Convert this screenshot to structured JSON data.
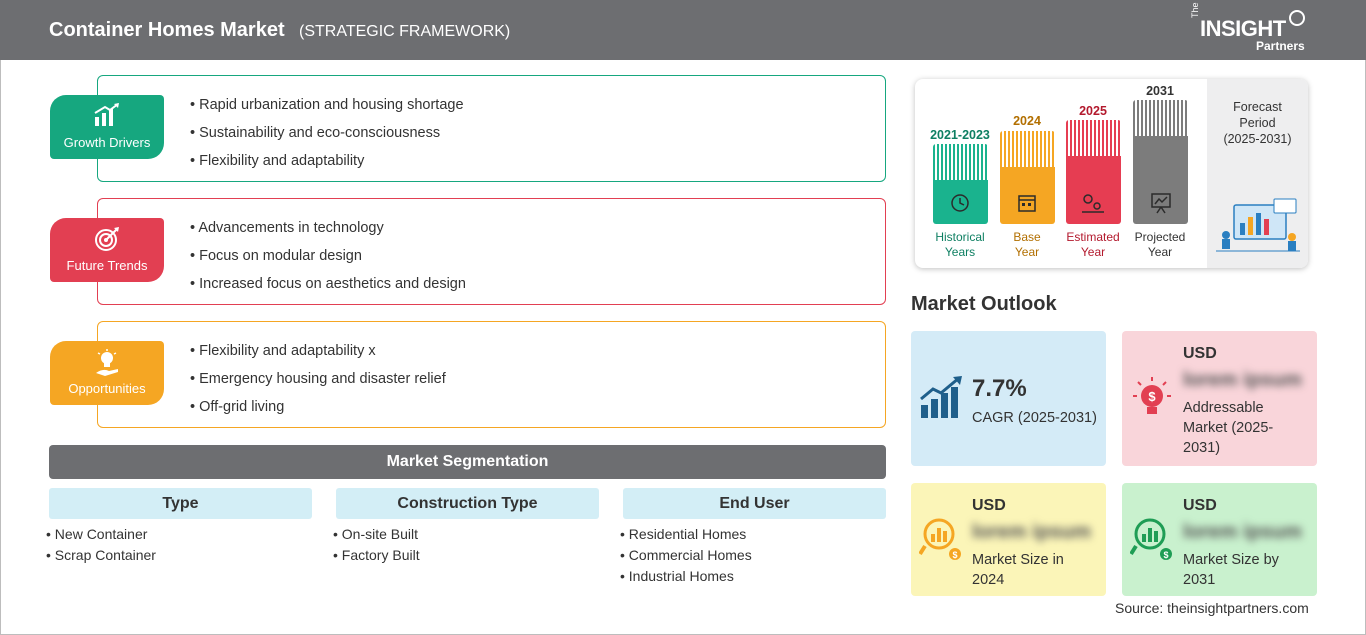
{
  "header": {
    "title": "Container Homes Market",
    "subtitle": "(STRATEGIC FRAMEWORK)",
    "logo": {
      "the": "The",
      "main": "INSIGHT",
      "partners": "Partners"
    }
  },
  "framework": {
    "drivers": {
      "label": "Growth Drivers",
      "color": "#16a77f",
      "icon": "bar-growth-icon",
      "items": [
        "Rapid urbanization and housing shortage",
        "Sustainability and eco-consciousness",
        "Flexibility and adaptability"
      ]
    },
    "trends": {
      "label": "Future Trends",
      "color": "#e23f52",
      "icon": "target-icon",
      "items": [
        "Advancements in technology",
        "Focus on modular design",
        "Increased focus on aesthetics and design"
      ]
    },
    "opportunities": {
      "label": "Opportunities",
      "color": "#f5a623",
      "icon": "lightbulb-hand-icon",
      "items": [
        "Flexibility and adaptability x",
        "Emergency housing and disaster relief",
        "Off-grid living"
      ]
    }
  },
  "segmentation": {
    "title": "Market Segmentation",
    "columns": [
      {
        "head": "Type",
        "items": [
          "New Container",
          "Scrap Container"
        ]
      },
      {
        "head": "Construction Type",
        "items": [
          "On-site Built",
          "Factory Built"
        ]
      },
      {
        "head": "End User",
        "items": [
          "Residential Homes",
          "Commercial Homes",
          "Industrial Homes"
        ]
      }
    ]
  },
  "timeline": {
    "bars": [
      {
        "year": "2021-2023",
        "caption_1": "Historical",
        "caption_2": "Years",
        "color": "#1ab38e",
        "text_color": "#0e7f62",
        "icon": "history-clock-icon"
      },
      {
        "year": "2024",
        "caption_1": "Base",
        "caption_2": "Year",
        "color": "#f5a623",
        "text_color": "#b26f00",
        "icon": "calendar-icon"
      },
      {
        "year": "2025",
        "caption_1": "Estimated",
        "caption_2": "Year",
        "color": "#e63d52",
        "text_color": "#b3192d",
        "icon": "gears-chart-icon"
      },
      {
        "year": "2031",
        "caption_1": "Projected",
        "caption_2": "Year",
        "color": "#7c7c7c",
        "text_color": "#333333",
        "icon": "presentation-icon"
      }
    ],
    "forecast_label": "Forecast Period",
    "forecast_range": "(2025-2031)"
  },
  "outlook": {
    "title": "Market Outlook",
    "cagr": {
      "value": "7.7%",
      "label": "CAGR (2025-2031)",
      "bg": "#d4ebf7"
    },
    "addressable": {
      "usd": "USD",
      "blurred": "lorem ipsum",
      "label": "Addressable Market (2025-2031)",
      "bg": "#f9d5da"
    },
    "size_2024": {
      "usd": "USD",
      "blurred": "lorem ipsum",
      "label": "Market Size in 2024",
      "bg": "#fbf5b8"
    },
    "size_2031": {
      "usd": "USD",
      "blurred": "lorem ipsum",
      "label": "Market Size by 2031",
      "bg": "#c9f1ce"
    }
  },
  "source": "Source: theinsightpartners.com"
}
